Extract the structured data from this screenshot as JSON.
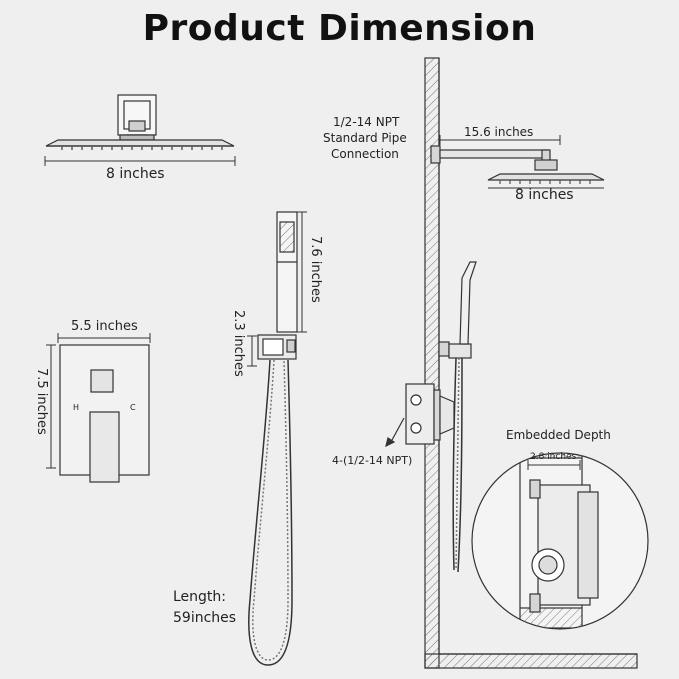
{
  "title": "Product Dimension",
  "labels": {
    "shower_head_width": "8 inches",
    "pipe_connection_l1": "1/2-14 NPT",
    "pipe_connection_l2": "Standard Pipe",
    "pipe_connection_l3": "Connection",
    "arm_length": "15.6 inches",
    "wall_head_width": "8 inches",
    "handheld_height": "7.6 inches",
    "holder_height": "2.3 inches",
    "plate_width": "5.5 inches",
    "plate_height": "7.5 inches",
    "valve_h": "H",
    "valve_c": "C",
    "valve_ports": "4-(1/2-14 NPT)",
    "embedded_depth_title": "Embedded Depth",
    "embedded_depth": "2.8 inches",
    "hose_length_l1": "Length:",
    "hose_length_l2": "59inches"
  },
  "colors": {
    "background": "#efefef",
    "line": "#333333",
    "metal": "#dcdcdc"
  }
}
